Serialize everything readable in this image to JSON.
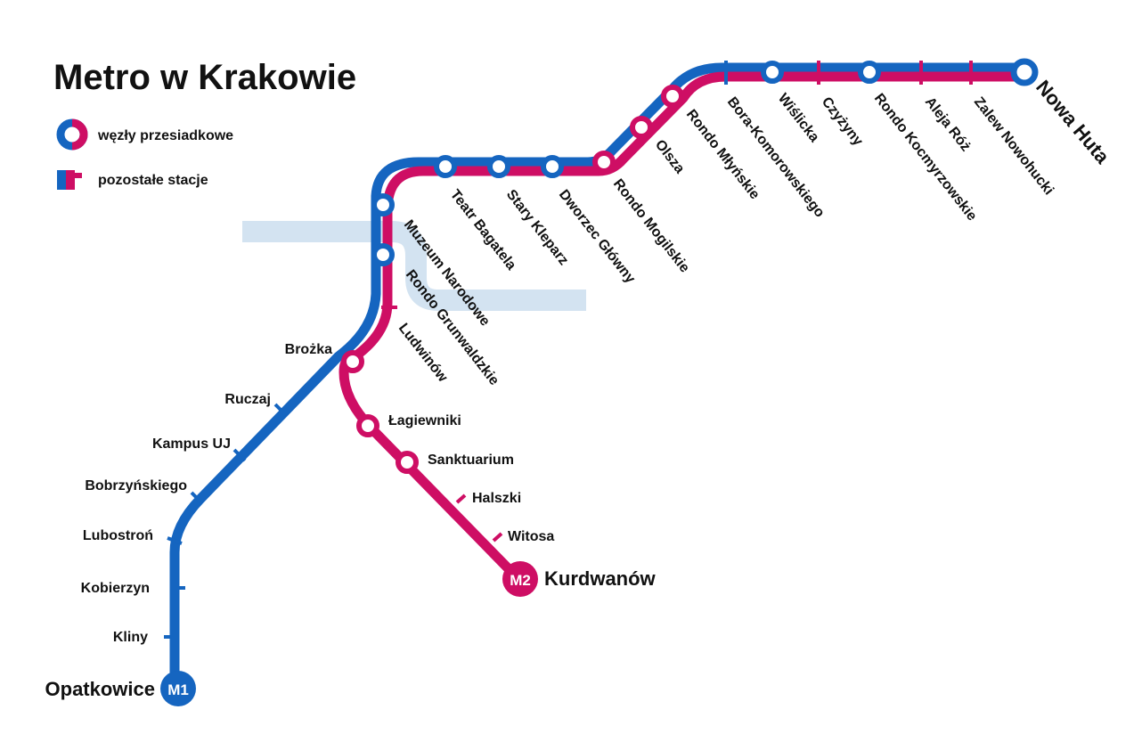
{
  "title": "Metro w Krakowie",
  "colors": {
    "m1": "#1565C0",
    "m2": "#CE0E64",
    "river": "#D3E3F1"
  },
  "legend": {
    "transfer_label": "węzły przesiadkowe",
    "other_label": "pozostałe stacje"
  },
  "lines": {
    "m1": {
      "badge": "M1",
      "terminal_south": "Opatkowice"
    },
    "m2": {
      "badge": "M2",
      "terminal_south": "Kurdwanów"
    },
    "common_terminal": "Nowa Huta"
  },
  "stations": {
    "trunk": [
      "Teatr Bagatela",
      "Stary Kleparz",
      "Dworzec Główny",
      "Rondo Mogilskie",
      "Olsza",
      "Rondo Młyńskie",
      "Bora-Komorowskiego",
      "Wiślicka",
      "Czyżyny",
      "Rondo Kocmyrzowskie",
      "Aleja Róż",
      "Zalew Nowohucki"
    ],
    "west": [
      "Muzeum Narodowe",
      "Rondo Grunwaldzkie",
      "Ludwinów"
    ],
    "junction": "Brożka",
    "m1_branch": [
      "Ruczaj",
      "Kampus UJ",
      "Bobrzyńskiego",
      "Lubostroń",
      "Kobierzyn",
      "Kliny"
    ],
    "m2_branch": [
      "Łagiewniki",
      "Sanktuarium",
      "Halszki",
      "Witosa"
    ]
  }
}
